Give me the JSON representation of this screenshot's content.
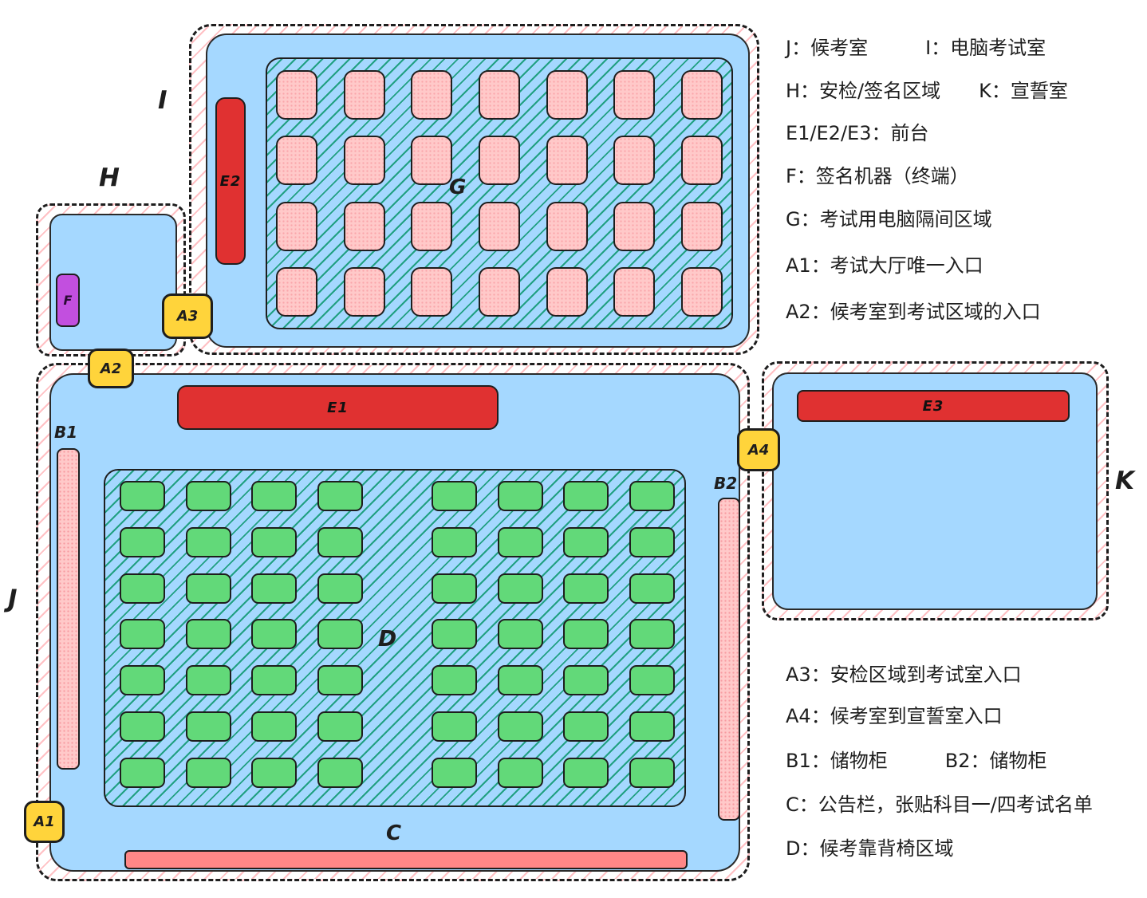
{
  "palette": {
    "room_fill": "#a5d8ff",
    "pink_cubicle": "#ffc9c9",
    "green_chair": "#62d979",
    "red_counter": "#e03131",
    "salmon_board": "#ff8787",
    "yellow_entrance": "#ffd43b",
    "purple_device": "#c24fdf",
    "green_hatch": "#0a966c",
    "pink_hatch": "#ff969c",
    "ink": "#1e1e1e"
  },
  "rooms": {
    "I": {
      "label": "I"
    },
    "H": {
      "label": "H"
    },
    "J": {
      "label": "J"
    },
    "K": {
      "label": "K"
    }
  },
  "areas": {
    "G": {
      "label": "G",
      "grid": {
        "rows": 4,
        "cols": 7
      }
    },
    "D": {
      "label": "D",
      "grid": {
        "rows": 7,
        "cols_per_block": 4,
        "blocks": 2
      }
    },
    "C": {
      "label": "C"
    }
  },
  "counters": {
    "E1": {
      "label": "E1"
    },
    "E2": {
      "label": "E2"
    },
    "E3": {
      "label": "E3"
    }
  },
  "devices": {
    "F": {
      "label": "F"
    }
  },
  "lockers": {
    "B1": {
      "label": "B1"
    },
    "B2": {
      "label": "B2"
    }
  },
  "entrances": {
    "A1": {
      "label": "A1"
    },
    "A2": {
      "label": "A2"
    },
    "A3": {
      "label": "A3"
    },
    "A4": {
      "label": "A4"
    }
  },
  "legend": {
    "top": [
      "J：候考室　　　I：电脑考试室",
      "H：安检/签名区域　　K：宣誓室",
      "E1/E2/E3：前台",
      "F：签名机器（终端）",
      "G：考试用电脑隔间区域",
      "A1：考试大厅唯一入口",
      "A2：候考室到考试区域的入口"
    ],
    "bottom": [
      "A3：安检区域到考试室入口",
      "A4：候考室到宣誓室入口",
      "B1：储物柜　　　B2：储物柜",
      "C：公告栏，张贴科目一/四考试名单",
      "D：候考靠背椅区域"
    ]
  }
}
